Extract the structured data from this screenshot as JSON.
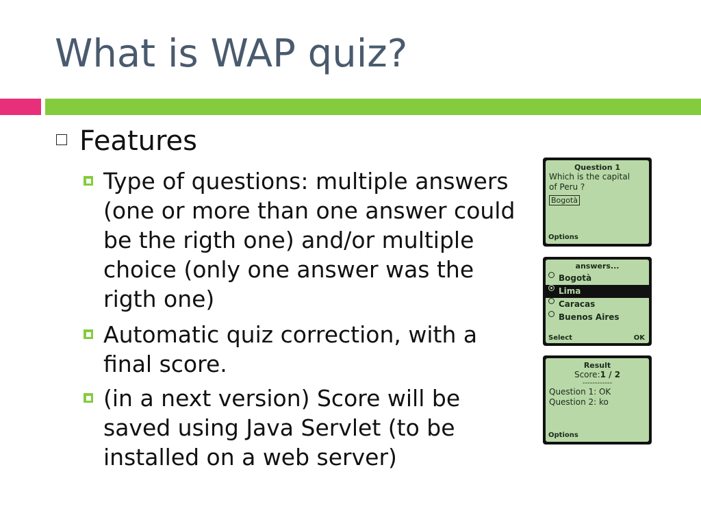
{
  "slide": {
    "title": "What is WAP quiz?",
    "features_heading": "Features",
    "items": [
      "Type of questions: multiple answers (one or more than one answer could be the rigth one) and/or multiple choice (only one answer was the rigth one)",
      "Automatic quiz correction, with a final score.",
      "(in a next version) Score will be saved using Java Servlet (to be installed on a web server)"
    ]
  },
  "phones": {
    "question": {
      "title": "Question 1",
      "line1": "Which is the capital",
      "line2": "of Peru ?",
      "field": "Bogotà",
      "softkey_left": "Options"
    },
    "answers": {
      "title": "answers...",
      "options": [
        "Bogotà",
        "Lima",
        "Caracas",
        "Buenos Aires"
      ],
      "softkey_left": "Select",
      "softkey_right": "OK"
    },
    "result": {
      "title": "Result",
      "score_label": "Score:",
      "score_value": "1 / 2",
      "separator": "------------",
      "line1": "Question 1: OK",
      "line2": "Question 2: ko",
      "softkey_left": "Options"
    }
  },
  "colors": {
    "title": "#4a5a6e",
    "accent_pink": "#e8307a",
    "accent_green": "#84cc3d",
    "screen_bg": "#b9d8a8"
  }
}
